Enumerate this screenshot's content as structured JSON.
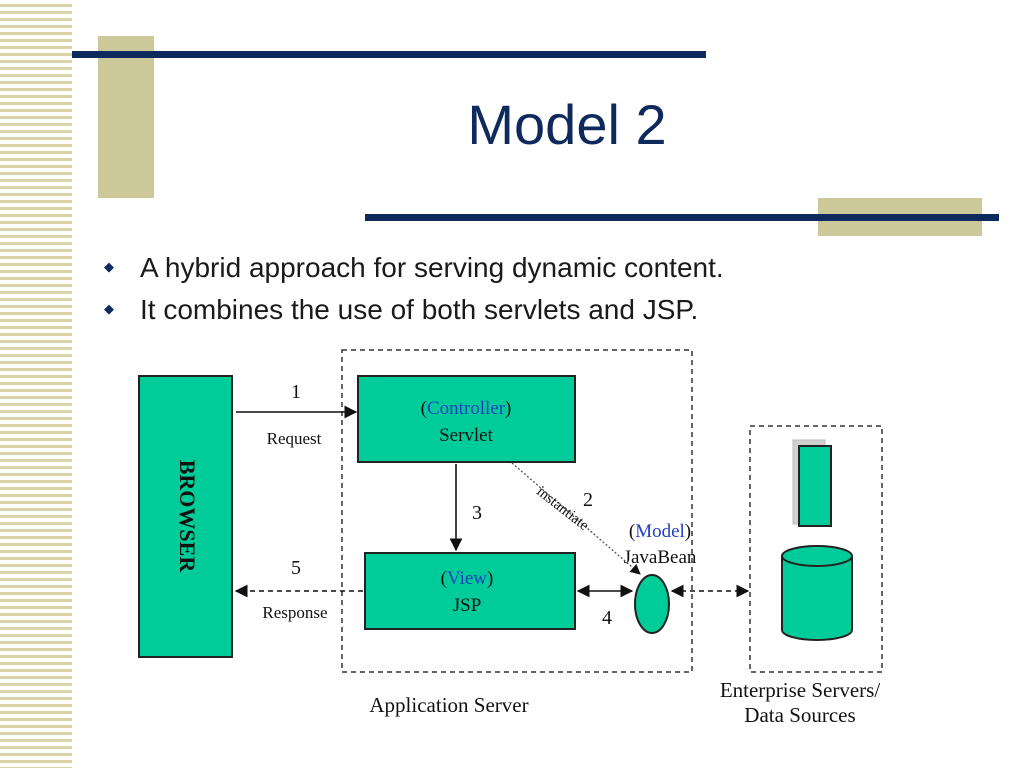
{
  "slide": {
    "title": "Model 2",
    "bullets": [
      "A hybrid approach for serving dynamic content.",
      "It combines the use of both servlets and JSP."
    ]
  },
  "diagram": {
    "browser_label": "BROWSER",
    "controller": {
      "role": "Controller",
      "name": "Servlet"
    },
    "view": {
      "role": "View",
      "name": "JSP"
    },
    "model": {
      "role": "Model",
      "name": "JavaBean"
    },
    "step_1": "1",
    "request_label": "Request",
    "step_2": "2",
    "instantiate_label": "instantiate",
    "step_3": "3",
    "step_4": "4",
    "step_5": "5",
    "response_label": "Response",
    "app_server_label": "Application Server",
    "enterprise_label_line1": "Enterprise Servers/",
    "enterprise_label_line2": "Data Sources"
  },
  "colors": {
    "navy": "#0e2a5c",
    "khaki": "#ccc89a",
    "box_fill": "#00cc99",
    "role_text": "#1f3fbf"
  }
}
